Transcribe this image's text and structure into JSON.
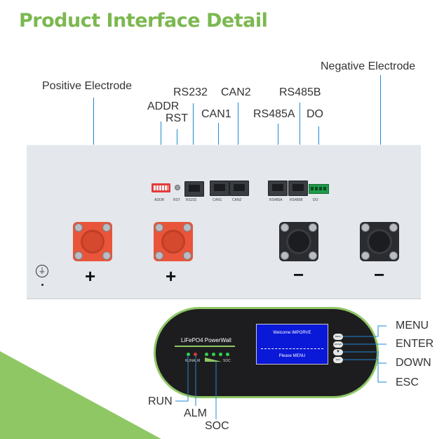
{
  "title": "Product Interface Detail",
  "callouts": {
    "positive": "Positive Electrode",
    "negative": "Negative Electrode",
    "addr": "ADDR",
    "rst": "RST",
    "rs232": "RS232",
    "can1": "CAN1",
    "can2": "CAN2",
    "rs485a": "RS485A",
    "rs485b": "RS485B",
    "do": "DO",
    "menu": "MENU",
    "enter": "ENTER",
    "down": "DOWN",
    "esc": "ESC",
    "run": "RUN",
    "alm": "ALM",
    "soc": "SOC"
  },
  "panel_labels": {
    "addr": "ADDR",
    "rst": "RST",
    "rs232": "RS232",
    "can1": "CAN1",
    "can2": "CAN2",
    "rs485a": "RS485A",
    "rs485b": "RS485B",
    "do": "DO"
  },
  "polarity": {
    "plus": "+",
    "minus": "−",
    "ground": "⏚"
  },
  "display": {
    "brand": "LiFePO4 PowerWall",
    "lcd_line1": "Welcome IMPORVE",
    "lcd_line2": "Please MENU",
    "led_run": "RUN",
    "led_alm": "ALM",
    "led_soc": "SOC",
    "btn_menu": "MENU",
    "btn_enter": "ENTER",
    "btn_esc": "ESC"
  },
  "colors": {
    "title": "#7cb850",
    "leader": "#1e88d6",
    "positive_terminal": "#e9553a",
    "negative_terminal": "#2a2c30",
    "lcd": "#0a18d8",
    "green_accent": "#8fc765"
  }
}
